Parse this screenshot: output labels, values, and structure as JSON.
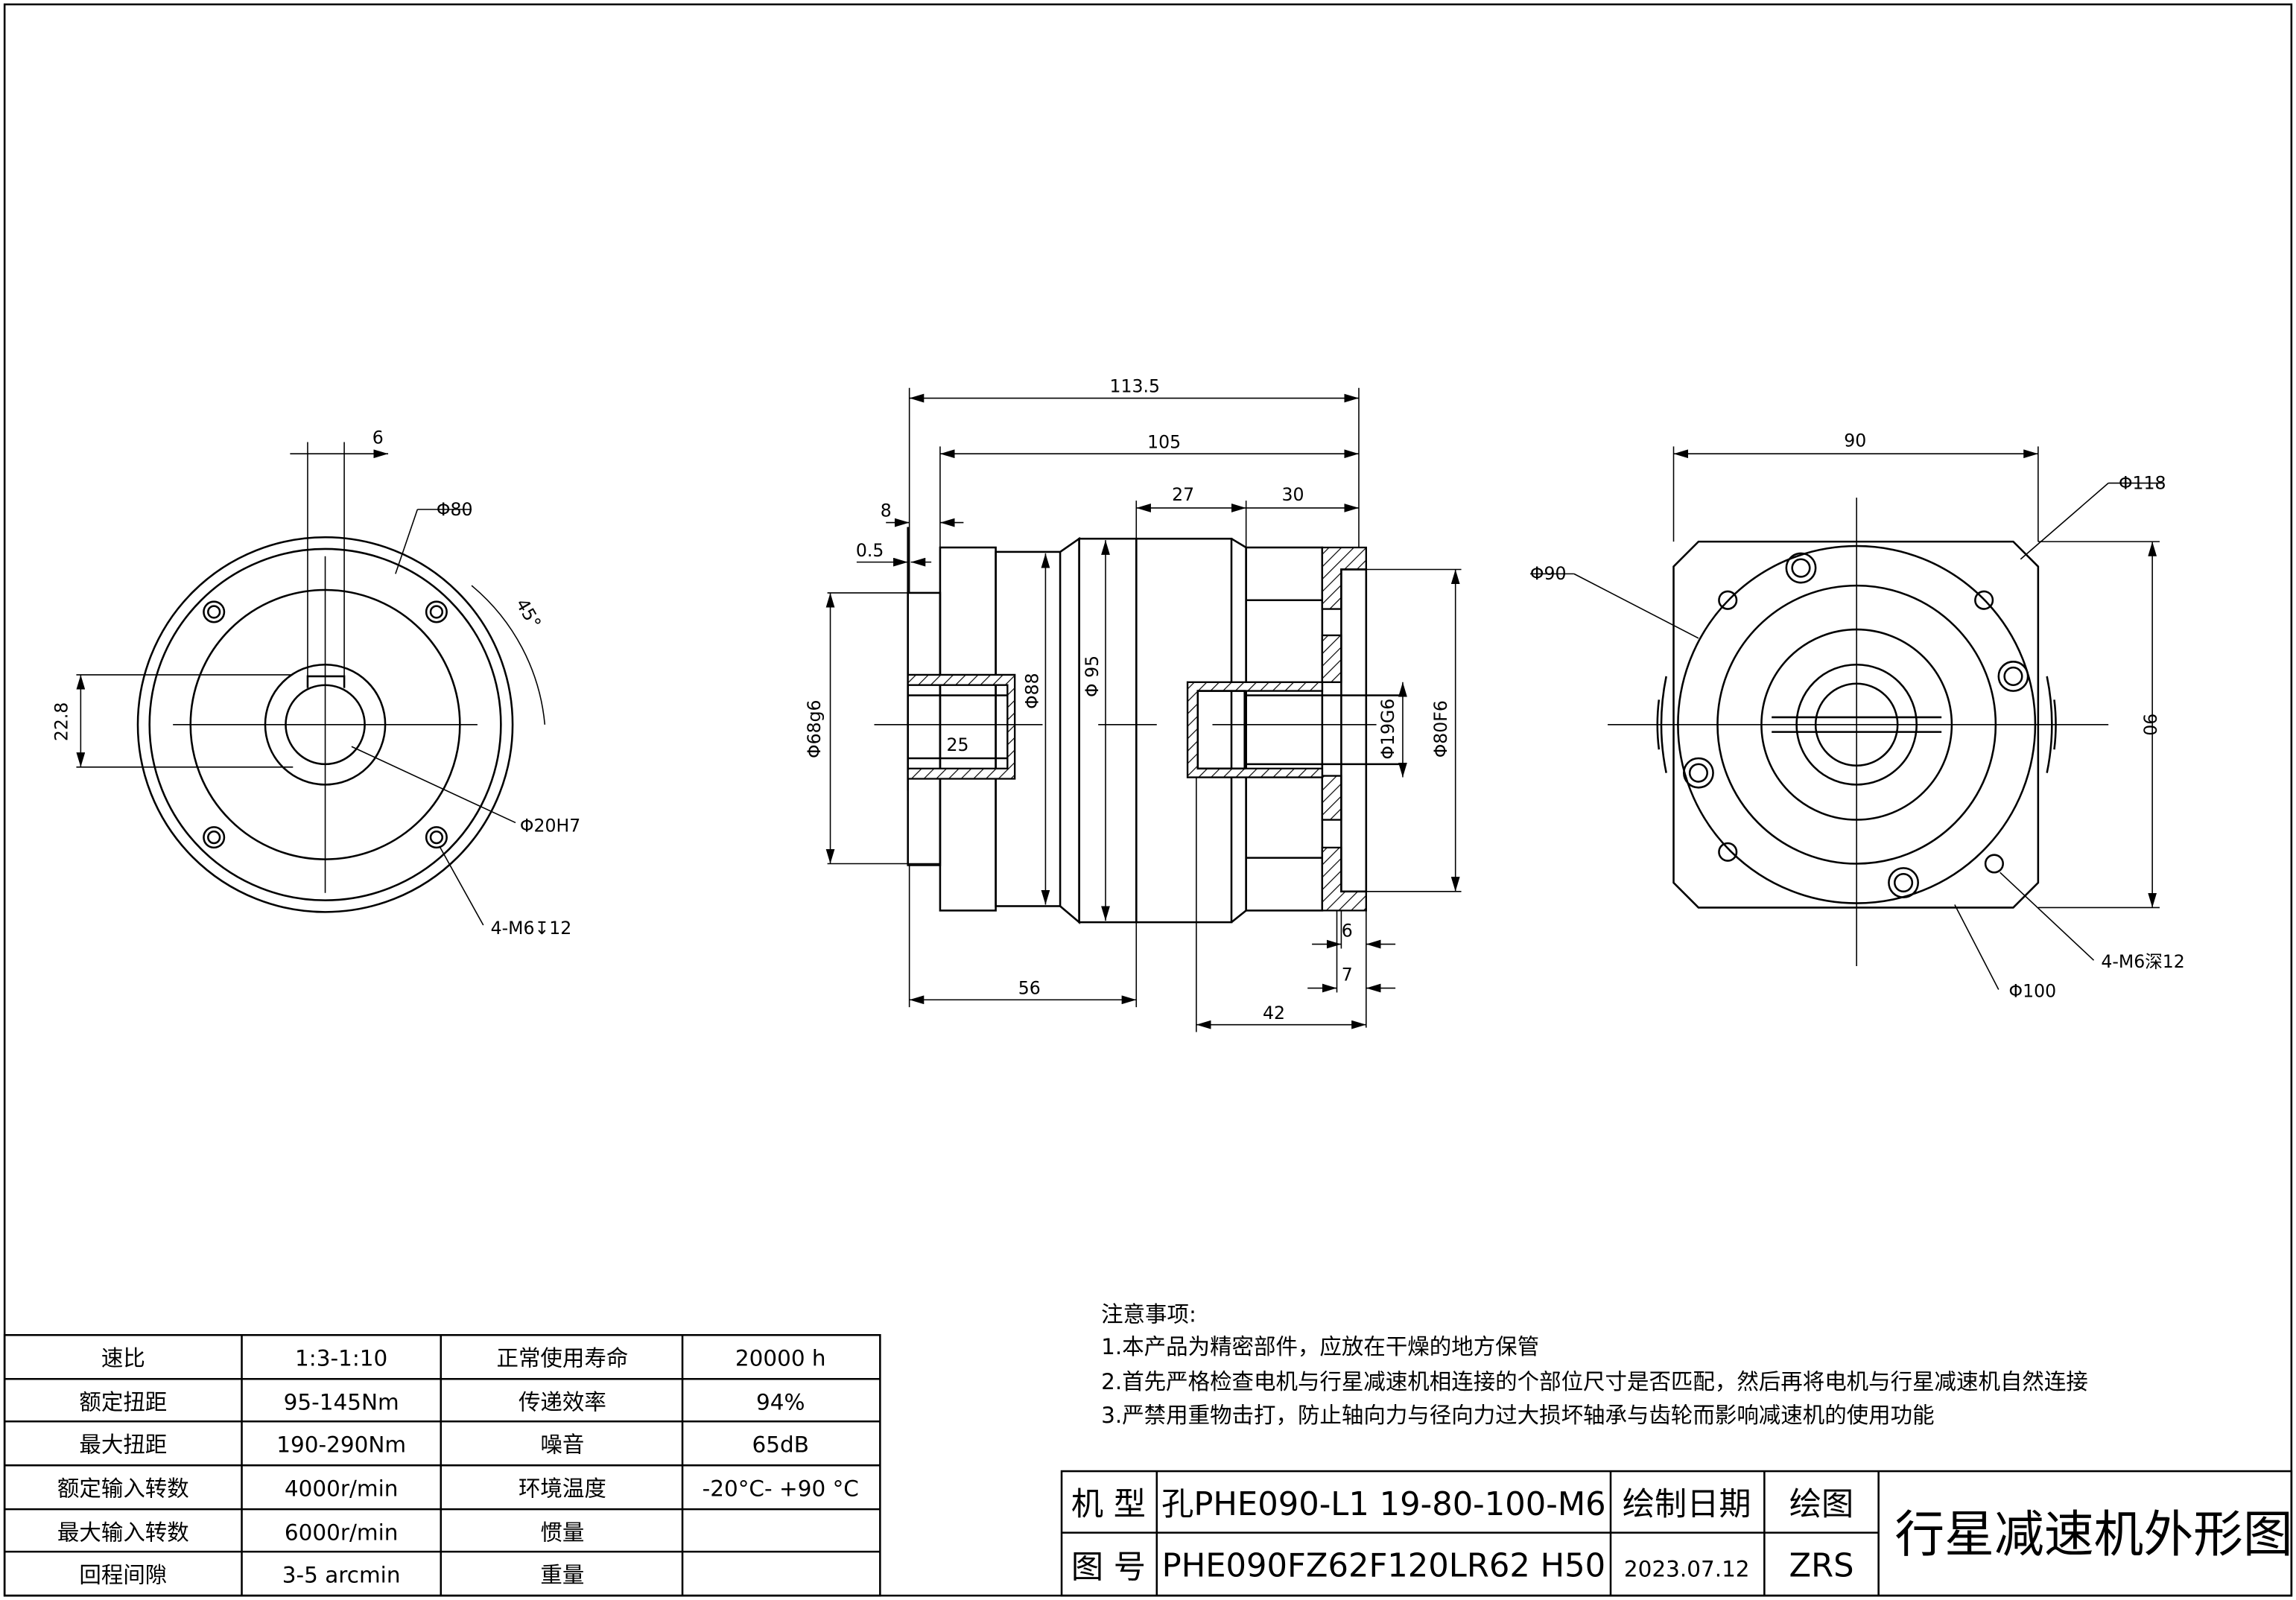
{
  "left_view": {
    "dims": {
      "key_width": "6",
      "pcd": "Φ80",
      "angle": "45°",
      "key_height": "22.8",
      "bore": "Φ20H7",
      "holes": "4-M6↧12"
    }
  },
  "side_view": {
    "dims": {
      "overall": "113.5",
      "body": "105",
      "d27": "27",
      "d30": "30",
      "d8": "8",
      "d05": "0.5",
      "pilot": "Φ68g6",
      "d25": "25",
      "d88": "Φ88",
      "d95": "Φ 95",
      "shaft": "Φ19G6",
      "flange": "Φ80F6",
      "d6": "6",
      "d7": "7",
      "d56": "56",
      "d42": "42"
    }
  },
  "right_view": {
    "dims": {
      "width": "90",
      "height": "90",
      "outer": "Φ118",
      "inner": "Φ90",
      "holes": "4-M6深12",
      "pcd": "Φ100"
    }
  },
  "spec_table": {
    "rows": [
      [
        "速比",
        "1:3-1:10",
        "正常使用寿命",
        "20000 h"
      ],
      [
        "额定扭距",
        "95-145Nm",
        "传递效率",
        "94%"
      ],
      [
        "最大扭距",
        "190-290Nm",
        "噪音",
        "65dB"
      ],
      [
        "额定输入转数",
        "4000r/min",
        "环境温度",
        "-20°C- +90 °C"
      ],
      [
        "最大输入转数",
        "6000r/min",
        "惯量",
        ""
      ],
      [
        "回程间隙",
        "3-5 arcmin",
        "重量",
        ""
      ]
    ]
  },
  "notes": {
    "title": "注意事项:",
    "items": [
      "1.本产品为精密部件，应放在干燥的地方保管",
      "2.首先严格检查电机与行星减速机相连接的个部位尺寸是否匹配，然后再将电机与行星减速机自然连接",
      "3.严禁用重物击打，防止轴向力与径向力过大损坏轴承与齿轮而影响减速机的使用功能"
    ]
  },
  "title_block": {
    "model_label": "机 型",
    "model_value": "孔PHE090-L1 19-80-100-M6",
    "drawing_no_label": "图 号",
    "drawing_no_value": "PHE090FZ62F120LR62 H50",
    "date_label": "绘制日期",
    "date_value": "2023.07.12",
    "drawer_label": "绘图",
    "drawer_value": "ZRS",
    "title": "行星减速机外形图"
  }
}
